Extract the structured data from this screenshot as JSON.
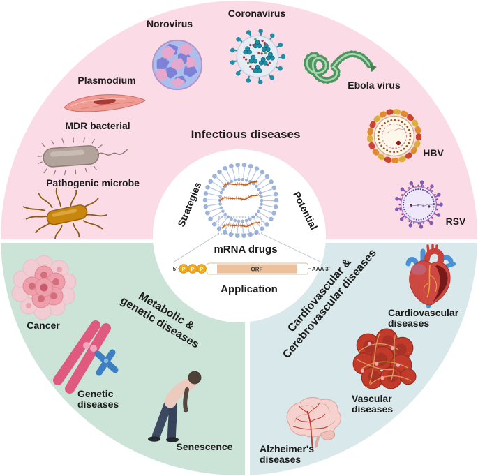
{
  "colors": {
    "infectious_bg": "#fadbe6",
    "metabolic_bg": "#cce4d8",
    "cardio_bg": "#d9e8ea",
    "text": "#1c1c1c",
    "lipid_blue": "#9db3da",
    "mrna_orange": "#c2601d",
    "phosphate_orange": "#f5a81c",
    "orf_fill": "#ecc09a"
  },
  "center": {
    "strategies_label": "Strategies",
    "potential_label": "Potential",
    "application_label": "Application",
    "nanoparticle_caption": "mRNA drugs",
    "construct": {
      "five_prime": "5'",
      "phosphates": [
        "P",
        "P",
        "P"
      ],
      "orf": "ORF",
      "three_prime": "AAA 3'"
    }
  },
  "sections": {
    "infectious": {
      "title": "Infectious diseases",
      "items": {
        "norovirus": {
          "label": "Norovirus"
        },
        "coronavirus": {
          "label": "Coronavirus"
        },
        "ebola": {
          "label": "Ebola virus"
        },
        "plasmodium": {
          "label": "Plasmodium"
        },
        "mdr_bacterial": {
          "label": "MDR bacterial"
        },
        "pathogenic_microbe": {
          "label": "Pathogenic microbe"
        },
        "hbv": {
          "label": "HBV"
        },
        "rsv": {
          "label": "RSV"
        }
      }
    },
    "metabolic_genetic": {
      "title_line1": "Metabolic &",
      "title_line2": "genetic diseases",
      "items": {
        "cancer": {
          "label": "Cancer"
        },
        "genetic_diseases": {
          "label": "Genetic diseases"
        },
        "senescence": {
          "label": "Senescence"
        }
      }
    },
    "cardio_cerebro": {
      "title_line1": "Cardiovascular &",
      "title_line2": "Cerebrovascular diseases",
      "items": {
        "cardiovascular": {
          "label": "Cardiovascular diseases"
        },
        "vascular": {
          "label": "Vascular diseases"
        },
        "alzheimers": {
          "label": "Alzheimer's diseases"
        }
      }
    }
  }
}
